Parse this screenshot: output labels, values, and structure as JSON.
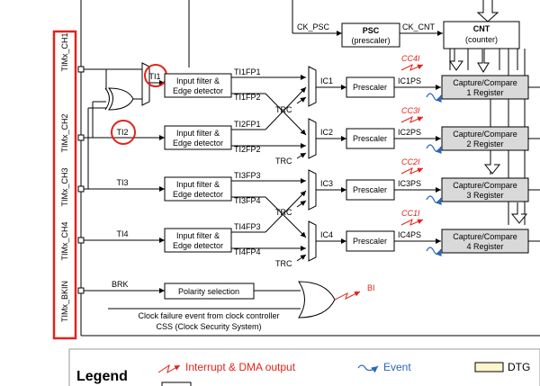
{
  "pins": [
    "TIMx_CH1",
    "TIMx_CH2",
    "TIMx_CH3",
    "TIMx_CH4",
    "TIMx_BKIN"
  ],
  "ti_labels": [
    "TI1",
    "TI2",
    "TI3",
    "TI4"
  ],
  "filter_label": [
    "Input filter &",
    "Edge detector"
  ],
  "filter_fp": [
    [
      "TI1FP1",
      "TI1FP2"
    ],
    [
      "TI2FP1",
      "TI2FP2"
    ],
    [
      "TI3FP3",
      "TI3FP4"
    ],
    [
      "TI4FP3",
      "TI4FP4"
    ]
  ],
  "trc": "TRC",
  "ic": [
    "IC1",
    "IC2",
    "IC3",
    "IC4"
  ],
  "prescaler": "Prescaler",
  "icps": [
    "IC1PS",
    "IC2PS",
    "IC3PS",
    "IC4PS"
  ],
  "ccflags": [
    "CC4I",
    "CC3I",
    "CC2I",
    "CC1I"
  ],
  "cc_title": "Capture/Compare",
  "cc_regs": [
    "1 Register",
    "2 Register",
    "3 Register",
    "4 Register"
  ],
  "psc": {
    "title": "PSC",
    "sub": "(prescaler)"
  },
  "cnt": {
    "title": "CNT",
    "sub": "(counter)"
  },
  "ck_psc": "CK_PSC",
  "ck_cnt": "CK_CNT",
  "brk": "BRK",
  "polarity": "Polarity selection",
  "bi": "BI",
  "clock_fail": [
    "Clock failure event from clock controller",
    "CSS (Clock Security System)"
  ],
  "legend": {
    "title": "Legend",
    "interrupt": "Interrupt & DMA output",
    "event": "Event",
    "dtg": "DTG"
  },
  "colors": {
    "highlight": "#e2231a",
    "event": "#2a66b8",
    "register": "#d9d9d9",
    "dtg": "#fff5cc"
  }
}
